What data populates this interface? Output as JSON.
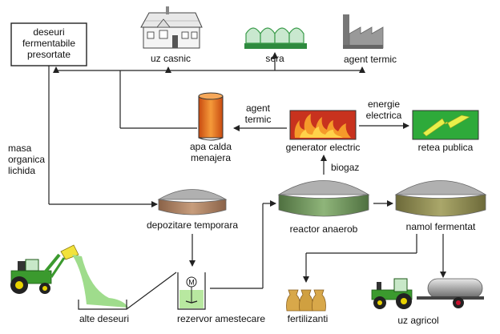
{
  "colors": {
    "line": "#222222",
    "tank_roof": "#b0b0b0",
    "tank_body_brown": "#a0785a",
    "tank_body_green": "#6f8f5a",
    "heater": "#e0701e",
    "flame_box": "#c8321e",
    "grid_box": "#2eaa3a",
    "greenhouse": "#3a9b4a",
    "tractor": "#3b9a2e",
    "liquid": "#9fdc8c"
  },
  "labels": {
    "waste_input": [
      "deseuri",
      "fermentabile",
      "presortate"
    ],
    "household": "uz casnic",
    "greenhouse": "sera",
    "thermal_agent": "agent termic",
    "hot_water": [
      "apa calda",
      "menajera"
    ],
    "thermal_agent_flow": [
      "agent",
      "termic"
    ],
    "generator": "generator electric",
    "energy_flow": [
      "energie",
      "electrica"
    ],
    "public_grid": "retea publica",
    "liquid_organic": [
      "masa",
      "organica",
      "lichida"
    ],
    "biogas": "biogaz",
    "temp_storage": "depozitare temporara",
    "reactor": "reactor anaerob",
    "digestate": "namol fermentat",
    "other_waste": "alte deseuri",
    "mixing_tank": "rezervor amestecare",
    "mixer_symbol": "M",
    "fertilizers": "fertilizanti",
    "agricultural_use": "uz agricol"
  },
  "icons": [
    "house-icon",
    "greenhouse-icon",
    "factory-icon",
    "water-heater-icon",
    "flame-icon",
    "lightning-icon",
    "tank-icon",
    "tractor-icon",
    "mixer-icon",
    "sack-icon",
    "tanker-trailer-icon"
  ]
}
